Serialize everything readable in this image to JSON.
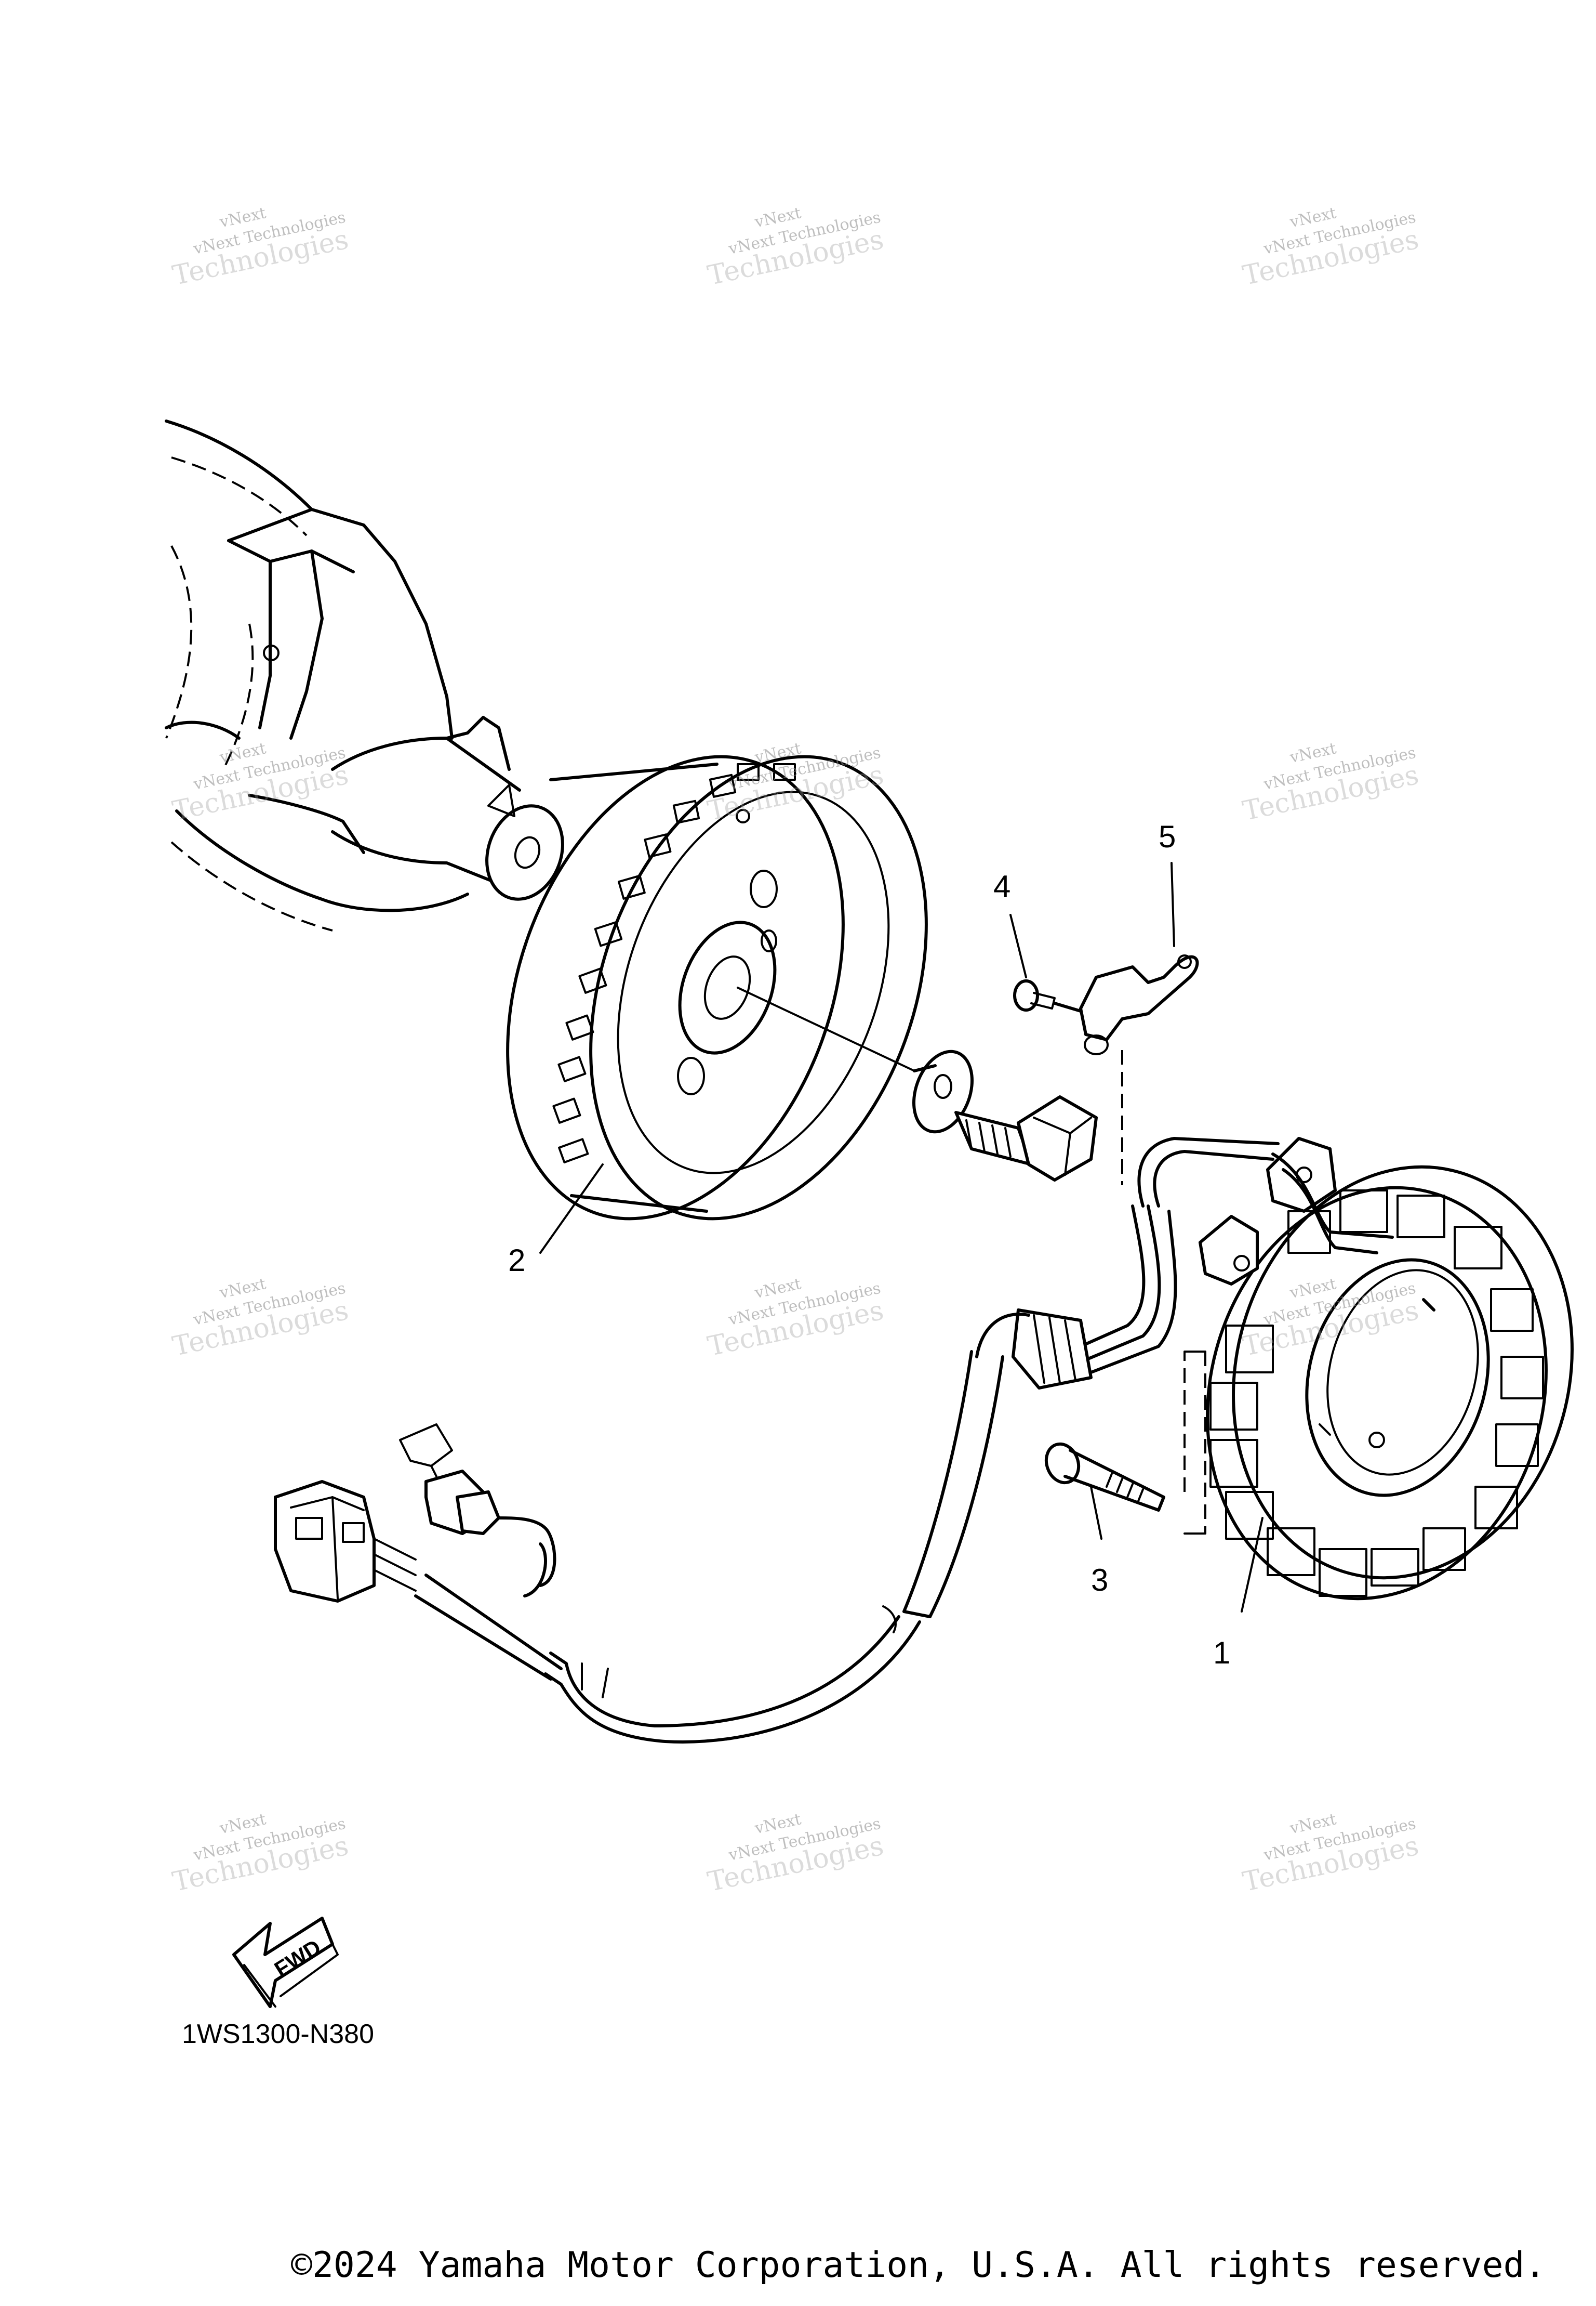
{
  "callouts": [
    {
      "id": "1",
      "label": "1"
    },
    {
      "id": "2",
      "label": "2"
    },
    {
      "id": "3",
      "label": "3"
    },
    {
      "id": "4",
      "label": "4"
    },
    {
      "id": "5",
      "label": "5"
    }
  ],
  "fwd_label": "FWD",
  "diagram_code": "1WS1300-N380",
  "watermark": {
    "line1": "vNext Technologies",
    "line2": "Technologies",
    "line3": "vNext"
  },
  "copyright": "©2024 Yamaha Motor Corporation, U.S.A. All rights reserved."
}
